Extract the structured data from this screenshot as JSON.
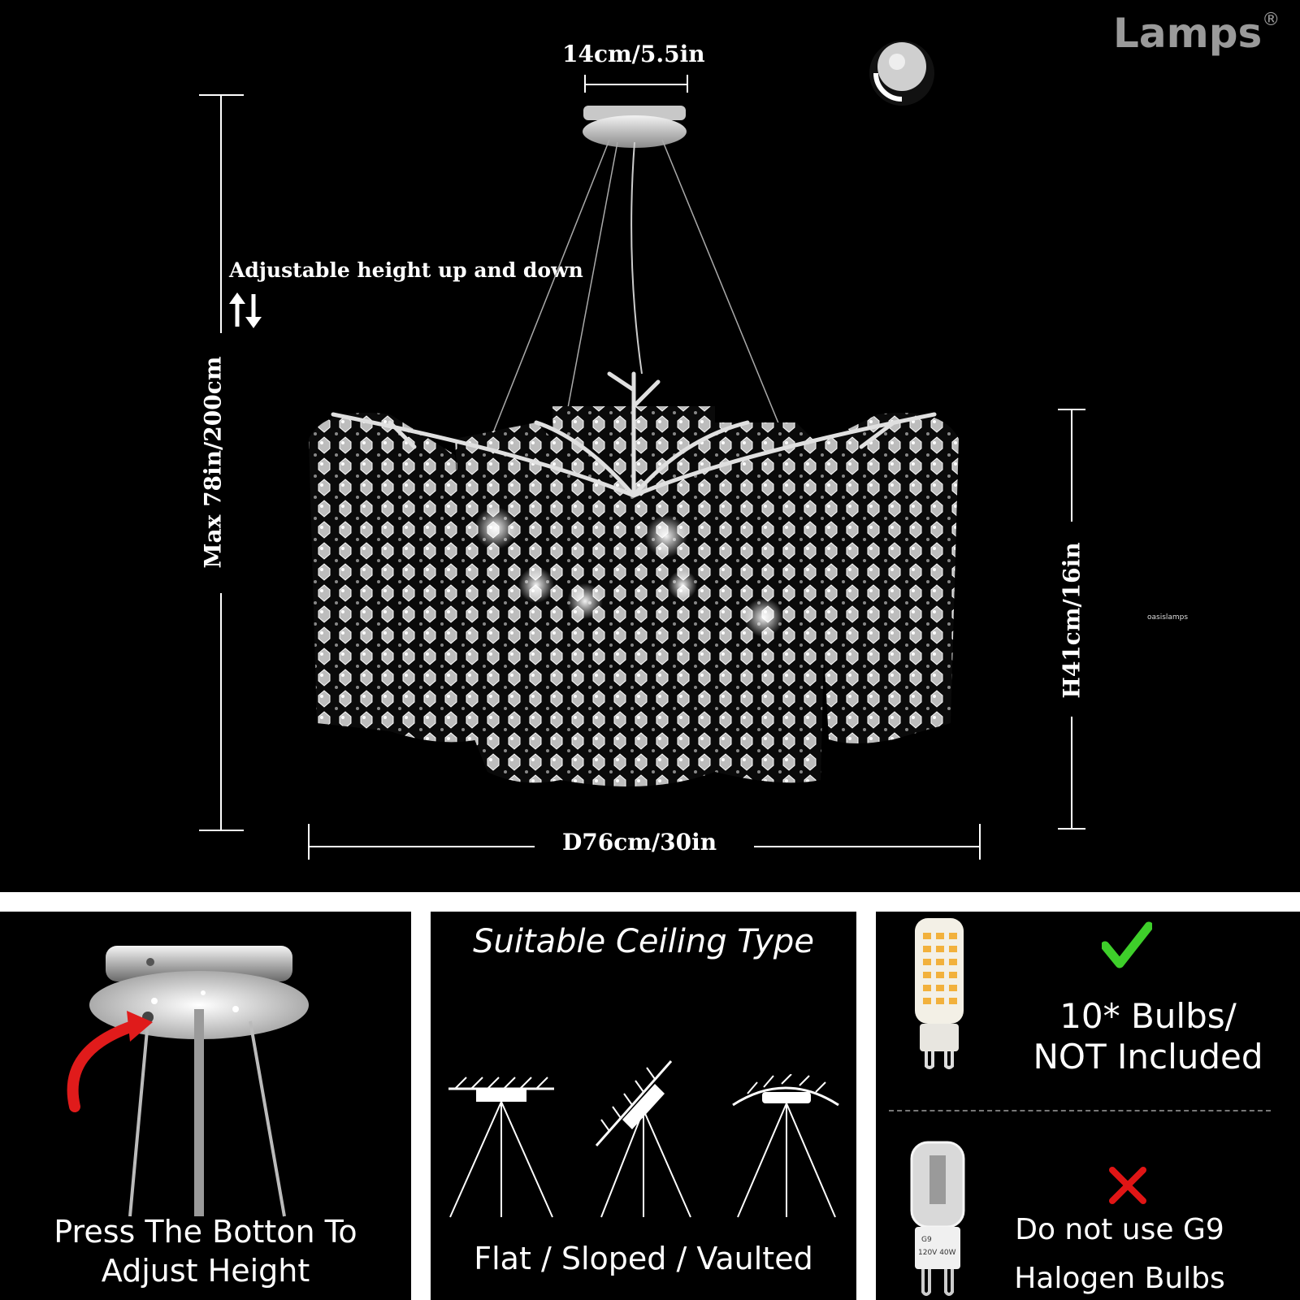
{
  "brand": {
    "name": "Lamps",
    "mark": "®"
  },
  "watermark": "oasislamps",
  "dimensions": {
    "canopy": "14cm/5.5in",
    "max_height": "Max 78in/200cm",
    "adjustable": "Adjustable height up and down",
    "height": "H41cm/16in",
    "diameter": "D76cm/30in"
  },
  "panels": {
    "adjust": {
      "caption_line1": "Press The Botton To",
      "caption_line2": "Adjust Height"
    },
    "ceiling": {
      "title": "Suitable Ceiling Type",
      "caption": "Flat / Sloped / Vaulted"
    },
    "bulbs": {
      "good_line1": "10* Bulbs/",
      "good_line2": "NOT Included",
      "bad_line1": "Do not use G9",
      "bad_line2": "Halogen Bulbs",
      "halogen_label_1": "G9",
      "halogen_label_2": "120V 40W"
    }
  },
  "colors": {
    "check": "#3ecf2a",
    "cross": "#e01515",
    "arrow": "#e01b1b",
    "brand": "#9a9a9a"
  }
}
